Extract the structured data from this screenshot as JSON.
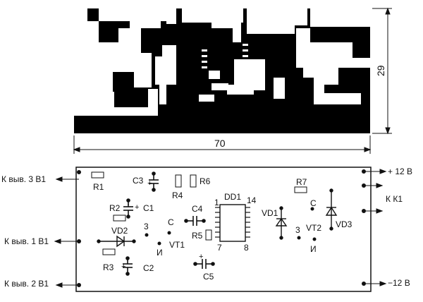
{
  "copper": {
    "dimension_width": "70",
    "dimension_height": "29"
  },
  "connections": {
    "left_top": "К выв. 3 В1",
    "left_mid": "К выв. 1 В1",
    "left_bottom": "К выв. 2 В1",
    "right_top": "+ 12 В",
    "right_bottom": "−12 В",
    "right_group": "К   К1"
  },
  "components": {
    "r1": "R1",
    "r2": "R2",
    "r3": "R3",
    "r4": "R4",
    "r5": "R5",
    "r6": "R6",
    "r7": "R7",
    "c1": "C1",
    "c2": "C2",
    "c3": "C3",
    "c4": "C4",
    "c5": "C5",
    "vd1": "VD1",
    "vd2": "VD2",
    "vd3": "VD3",
    "vt1": "VT1",
    "vt2": "VT2",
    "dd1": "DD1",
    "vt1_c": "C",
    "vt1_e": "3",
    "vt1_i": "И",
    "vt2_c": "C",
    "vt2_e": "3",
    "vt2_i": "И",
    "dd1_pin1": "1",
    "dd1_pin7": "7",
    "dd1_pin8": "8",
    "dd1_pin14": "14",
    "plus": "+"
  }
}
